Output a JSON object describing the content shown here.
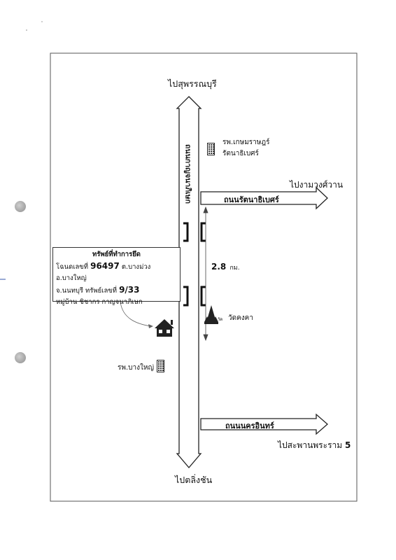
{
  "labels": {
    "to_north": "ไปสุพรรณบุรี",
    "to_south": "ไปตลิ่งชัน",
    "to_east_upper": "ไปงามวงศ์วาน",
    "to_east_lower_text": "ไปสะพานพระราม",
    "to_east_lower_num": "5",
    "road_main": "ถนนกาญจนาภิเษก",
    "road_upper": "ถนนรัตนาธิเบศร์",
    "road_lower": "ถนนนครอินทร์",
    "distance_value": "2.8",
    "distance_unit": "กม."
  },
  "landmarks": {
    "hospital_north_line1": "รพ.เกษมราษฎร์",
    "hospital_north_line2": "รัตนาธิเบศร์",
    "temple": "วัดคงคา",
    "temple_small": "วัด",
    "hospital_south": "รพ.บางใหญ่"
  },
  "property": {
    "title": "ทรัพย์ที่ทำการยึด",
    "deed_prefix": "โฉนดเลขที่",
    "deed_no": "96497",
    "deed_suffix": "ต.บางม่วง อ.บางใหญ่",
    "province": "จ.นนทบุรี",
    "house_prefix": "ทรัพย์เลขที่",
    "house_no": "9/33",
    "village": "หมู่บ้าน ชิชากร กาญจนาภิเษก"
  },
  "icons": [
    "hospital-building-icon",
    "temple-icon",
    "house-icon"
  ],
  "colors": {
    "line": "#222222",
    "fill": "#ffffff"
  }
}
